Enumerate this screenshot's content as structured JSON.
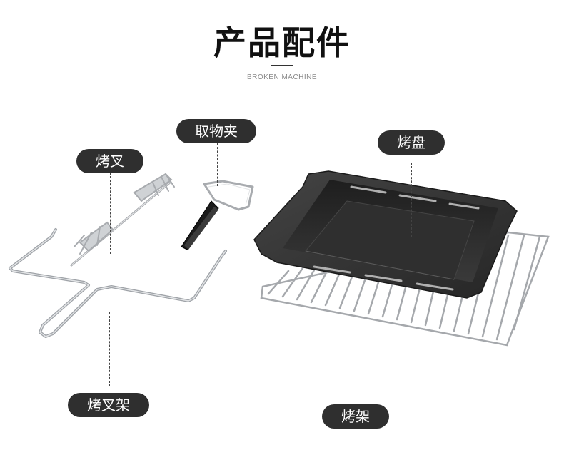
{
  "page": {
    "title": "产品配件",
    "subtitle": "BROKEN MACHINE"
  },
  "labels": {
    "tong": "取物夹",
    "spit_fork": "烤叉",
    "bake_tray": "烤盘",
    "spit_rack": "烤叉架",
    "grill_rack": "烤架"
  },
  "colors": {
    "pill_bg": "#2f2f2f",
    "pill_text": "#ffffff",
    "title": "#111111",
    "subtitle": "#888888",
    "tray": "#2b2b2b",
    "metal": "#b9bcc0"
  }
}
